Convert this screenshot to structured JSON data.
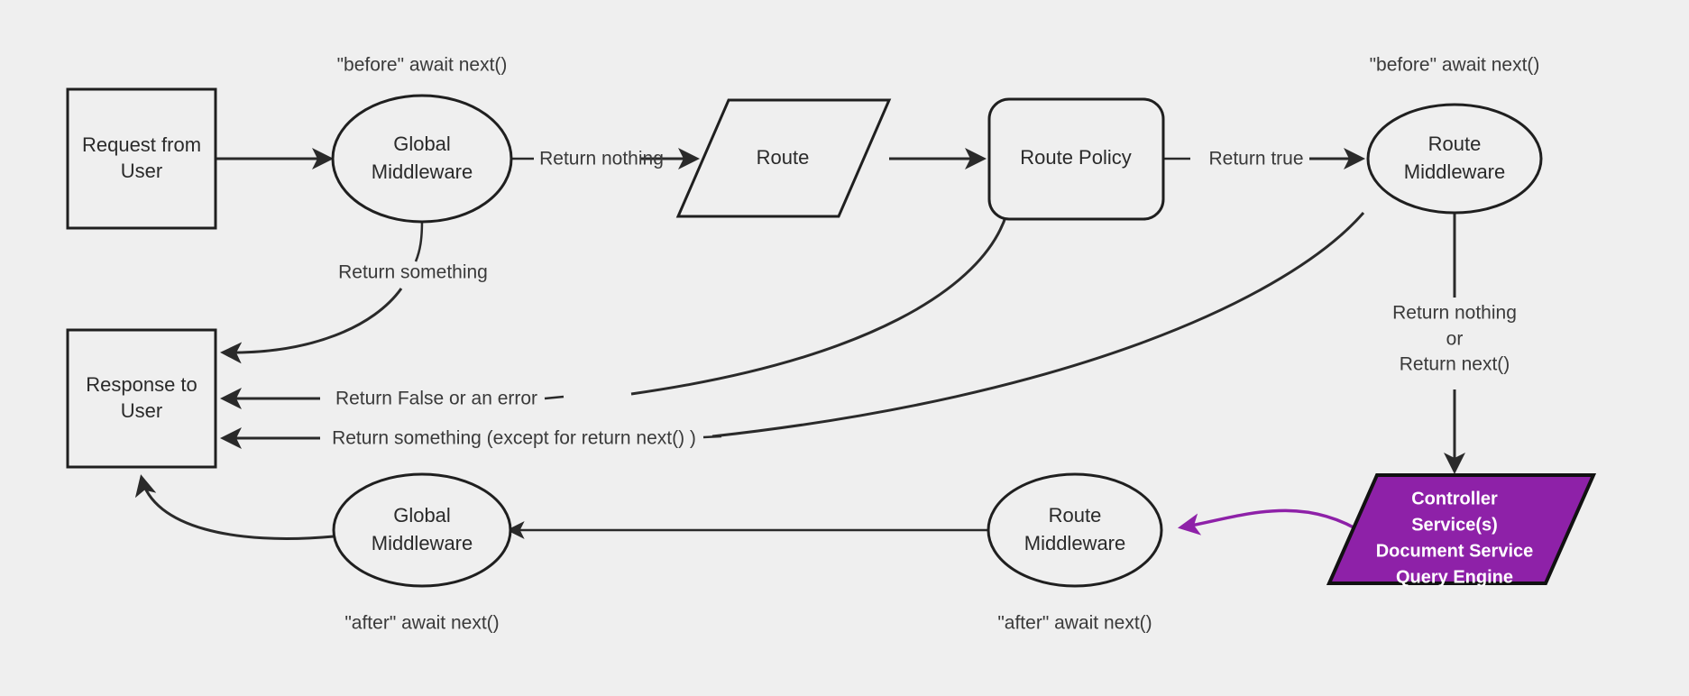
{
  "diagram": {
    "background_color": "#efefef",
    "stroke_color": "#2a2a2a",
    "accent_color": "#8e21a8",
    "nodes": {
      "request_from_user": {
        "line1": "Request from",
        "line2": "User"
      },
      "global_middleware_top": {
        "line1": "Global",
        "line2": "Middleware"
      },
      "route": {
        "line1": "Route"
      },
      "route_policy": {
        "line1": "Route Policy"
      },
      "route_middleware_top": {
        "line1": "Route",
        "line2": "Middleware"
      },
      "controller": {
        "line1": "Controller",
        "line2": "Service(s)",
        "line3": "Document Service",
        "line4": "Query Engine"
      },
      "route_middleware_bottom": {
        "line1": "Route",
        "line2": "Middleware"
      },
      "global_middleware_bottom": {
        "line1": "Global",
        "line2": "Middleware"
      },
      "response_to_user": {
        "line1": "Response to",
        "line2": "User"
      }
    },
    "captions": {
      "before_global": "\"before\" await next()",
      "before_route": "\"before\" await next()",
      "after_global": "\"after\" await next()",
      "after_route": "\"after\" await next()"
    },
    "edge_labels": {
      "return_nothing": "Return nothing",
      "return_true": "Return true",
      "return_something": "Return something",
      "return_false_or_error": "Return False or an error",
      "return_something_except": "Return something (except for return next() )",
      "return_nothing_or_next_1": "Return nothing",
      "return_nothing_or_next_2": "or",
      "return_nothing_or_next_3": "Return next()"
    }
  }
}
